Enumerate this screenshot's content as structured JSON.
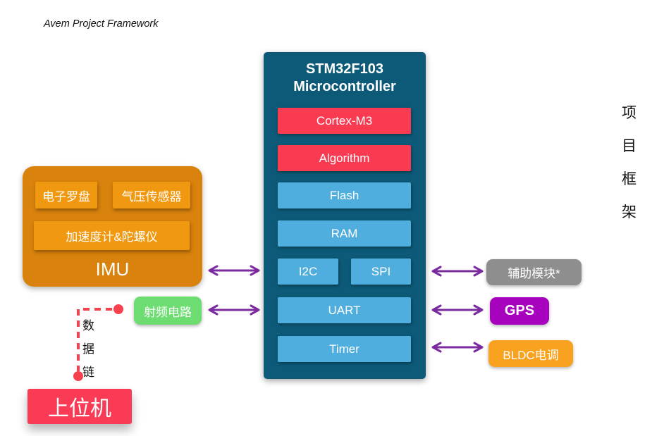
{
  "page": {
    "title": "Avem Project Framework",
    "side_label": [
      "项",
      "目",
      "框",
      "架"
    ]
  },
  "mcu": {
    "title_line1": "STM32F103",
    "title_line2": "Microcontroller",
    "cortex": "Cortex-M3",
    "algorithm": "Algorithm",
    "flash": "Flash",
    "ram": "RAM",
    "i2c": "I2C",
    "spi": "SPI",
    "uart": "UART",
    "timer": "Timer"
  },
  "imu": {
    "label": "IMU",
    "compass": "电子罗盘",
    "barometer": "气压传感器",
    "accel_gyro": "加速度计&陀螺仪"
  },
  "rf": {
    "label": "射频电路"
  },
  "host": {
    "label": "上位机"
  },
  "datalink": {
    "label": [
      "数",
      "据",
      "链"
    ]
  },
  "peripherals": {
    "aux": "辅助模块*",
    "gps": "GPS",
    "bldc": "BLDC电调"
  },
  "colors": {
    "mcu_bg": "#0c5a78",
    "module_blue": "#50aede",
    "module_red": "#f93b52",
    "imu_bg": "#d9820d",
    "imu_sub_bg": "#f0980f",
    "rf_green": "#6ddd71",
    "aux_gray": "#8e8e8e",
    "gps_purple": "#a702bd",
    "bldc_orange": "#f9a21f",
    "host_red": "#f93b55",
    "arrow_purple": "#7b2b9f",
    "datalink_red": "#f8414e"
  }
}
